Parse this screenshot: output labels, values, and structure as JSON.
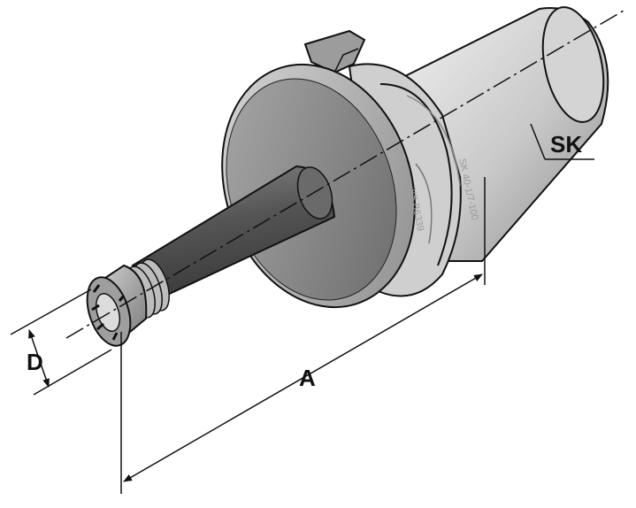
{
  "labels": {
    "taper": "SK",
    "length": "A",
    "diameter": "D"
  },
  "engravings": {
    "left": "JIS B6339",
    "right": "SK 40-1/7-100"
  },
  "colors": {
    "outline": "#111111",
    "body_light": "#e4e4e4",
    "body_mid": "#b3b3b3",
    "body_dark": "#6f6f6f",
    "shank_dark": "#4a4a4a",
    "background": "#ffffff"
  }
}
